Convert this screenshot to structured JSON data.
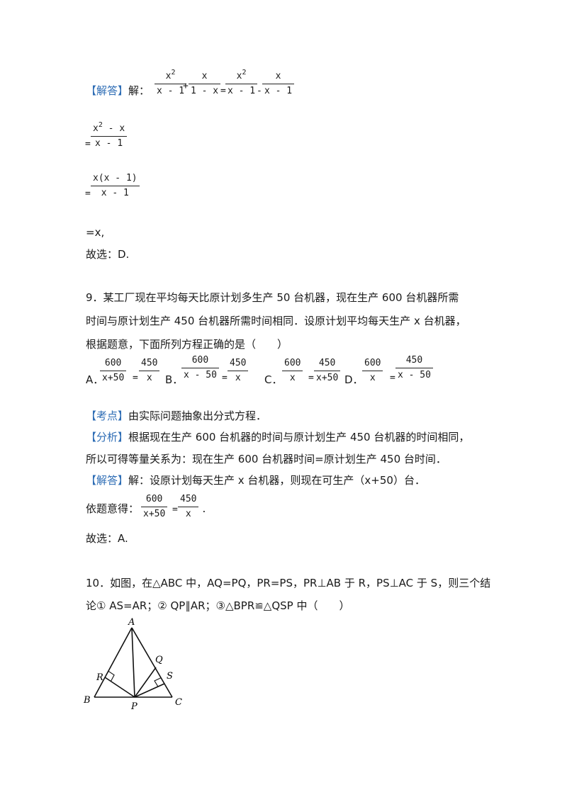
{
  "s1": {
    "answer_tag": "【解答】",
    "jie": "解：",
    "f1": {
      "num": "x",
      "sup": "2",
      "den": "x - 1"
    },
    "plus": "+",
    "f2": {
      "num": "x",
      "den": "1 - x"
    },
    "eq": "=",
    "f3": {
      "num": "x",
      "sup": "2",
      "den": "x - 1"
    },
    "minus": "-",
    "f4": {
      "num": "x",
      "den": "x - 1"
    },
    "l2": {
      "eq": "=",
      "num_a": "x",
      "sup": "2",
      "num_b": " - x",
      "den": "x - 1"
    },
    "l3": {
      "eq": "=",
      "num": "x(x - 1)",
      "den": "x - 1"
    },
    "l4": "=x,",
    "choice": "故选：D."
  },
  "q9": {
    "line1": "9．某工厂现在平均每天比原计划多生产 50 台机器，现在生产 600 台机器所需",
    "line2": "时间与原计划生产 450 台机器所需时间相同．设原计划平均每天生产 x 台机器，",
    "line3": "根据题意，下面所列方程正确的是（　　）",
    "opt_a": {
      "label": "A．",
      "n1": "600",
      "d1": "x+50",
      "eq": "=",
      "n2": "450",
      "d2": "x"
    },
    "opt_b": {
      "label": "B．",
      "n1": "600",
      "d1": "x - 50",
      "eq": "=",
      "n2": "450",
      "d2": "x"
    },
    "opt_c": {
      "label": "C．",
      "n1": "600",
      "d1": "x",
      "eq": "=",
      "n2": "450",
      "d2": "x+50"
    },
    "opt_d": {
      "label": "D．",
      "n1": "600",
      "d1": "x",
      "eq": "=",
      "n2": "450",
      "d2": "x - 50"
    },
    "kd_tag": "【考点】",
    "kd_text": "由实际问题抽象出分式方程．",
    "fx_tag": "【分析】",
    "fx_text1": "根据现在生产 600 台机器的时间与原计划生产 450 台机器的时间相同，",
    "fx_text2": "所以可得等量关系为：现在生产 600 台机器时间=原计划生产 450 台时间．",
    "jd_tag": "【解答】",
    "jd_text": "解：设原计划每天生产 x 台机器，则现在可生产（x+50）台．",
    "yt_label": "依题意得：",
    "yt_n1": "600",
    "yt_d1": "x+50",
    "yt_eq": "=",
    "yt_n2": "450",
    "yt_d2": "x",
    "yt_end": ".",
    "choice": "故选：A."
  },
  "q10": {
    "line1": "10．如图，在△ABC 中，AQ=PQ，PR=PS，PR⊥AB 于 R，PS⊥AC 于 S，则三个结",
    "line2": "论① AS=AR；② QP∥AR；③△BPR≌△QSP 中（　　）",
    "labels": {
      "A": "A",
      "B": "B",
      "C": "C",
      "P": "P",
      "Q": "Q",
      "R": "R",
      "S": "S"
    }
  }
}
